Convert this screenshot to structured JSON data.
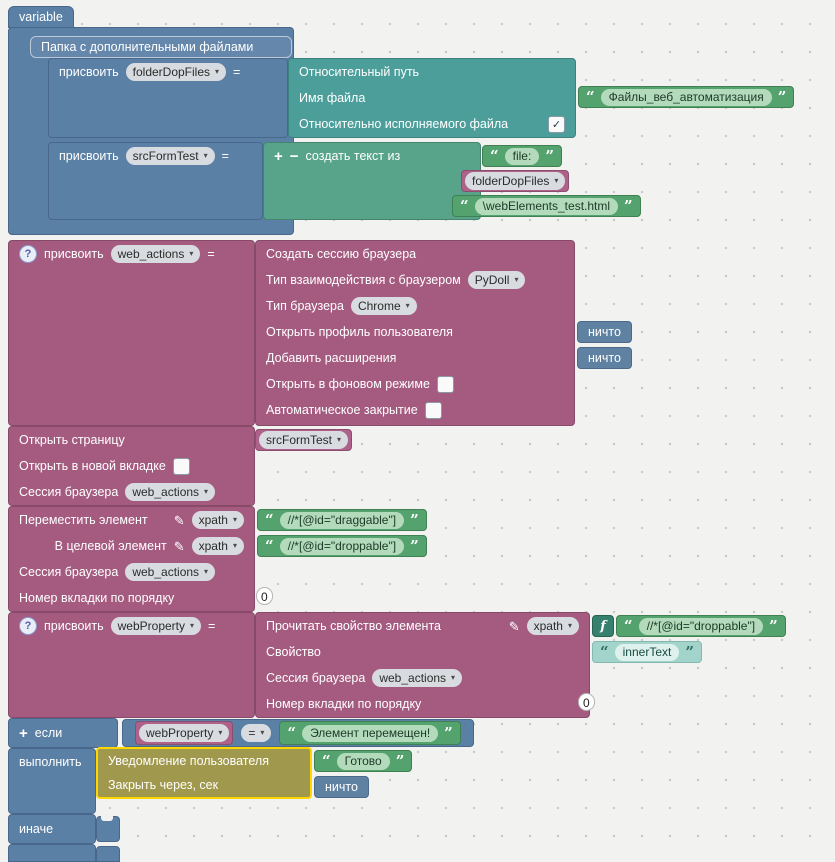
{
  "tab": {
    "label": "variable"
  },
  "g1": {
    "section": "Папка с дополнительными файлами",
    "assign": "присвоить",
    "eq": "=",
    "var1": "folderDopFiles",
    "var2": "srcFormTest",
    "rel_path": "Относительный путь",
    "file_name": "Имя файла",
    "rel_exec": "Относительно исполняемого файла",
    "file_value": "Файлы_веб_автоматизация",
    "concat_label": "создать текст из",
    "part1": "file:",
    "part2": "folderDopFiles",
    "part3": "\\webElements_test.html"
  },
  "g2": {
    "assign": "присвоить",
    "var": "web_actions",
    "eq": "=",
    "r1": "Создать сессию браузера",
    "r2": "Тип взаимодействия с браузером",
    "r2_val": "PyDoll",
    "r3": "Тип браузера",
    "r3_val": "Chrome",
    "r4": "Открыть профиль пользователя",
    "r4_val": "ничто",
    "r5": "Добавить расширения",
    "r5_val": "ничто",
    "r6": "Открыть в фоновом режиме",
    "r7": "Автоматическое закрытие"
  },
  "g3": {
    "r1": "Открыть страницу",
    "r1_val": "srcFormTest",
    "r2": "Открыть в новой вкладке",
    "r3": "Сессия браузера",
    "r3_val": "web_actions"
  },
  "g4": {
    "r1": "Переместить элемент",
    "sel1": "xpath",
    "v1": "//*[@id=\"draggable\"]",
    "r2": "В целевой элемент",
    "sel2": "xpath",
    "v2": "//*[@id=\"droppable\"]",
    "r3": "Сессия браузера",
    "r3_val": "web_actions",
    "r4": "Номер вкладки по порядку",
    "r4_val": "0"
  },
  "g5": {
    "assign": "присвоить",
    "var": "webProperty",
    "eq": "=",
    "r1": "Прочитать свойство элемента",
    "sel1": "xpath",
    "v1": "//*[@id=\"droppable\"]",
    "r2": "Свойство",
    "v2": "innerText",
    "r3": "Сессия браузера",
    "r3_val": "web_actions",
    "r4": "Номер вкладки по порядку",
    "r4_val": "0"
  },
  "g6": {
    "if": "если",
    "do": "выполнить",
    "else": "иначе",
    "cond_var": "webProperty",
    "op": "=",
    "cond_val": "Элемент перемещен!",
    "n1": "Уведомление пользователя",
    "n1_val": "Готово",
    "n2": "Закрыть через, сек",
    "n2_val": "ничто"
  }
}
